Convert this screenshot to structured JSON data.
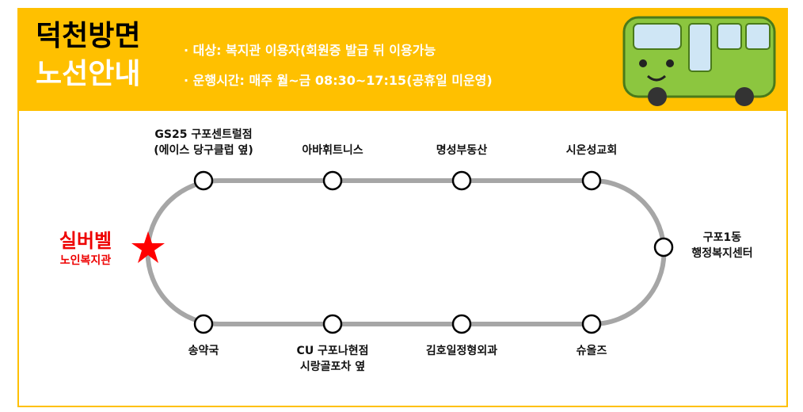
{
  "header": {
    "title_line1": "덕천방면",
    "title_line2": "노선안내",
    "target": "· 대상: 복지관 이용자(회원증  발급 뒤 이용가능",
    "hours": "· 운행시간: 매주 월~금 08:30~17:15(공휴일  미운영)"
  },
  "origin": {
    "name": "실버벨",
    "sub": "노인복지관"
  },
  "stops_top": [
    {
      "l1": "GS25 구포센트럴점",
      "l2": "(에이스 당구클럽 옆)"
    },
    {
      "l1": "아바휘트니스",
      "l2": ""
    },
    {
      "l1": "명성부동산",
      "l2": ""
    },
    {
      "l1": "시온성교회",
      "l2": ""
    }
  ],
  "stop_right": {
    "l1": "구포1동",
    "l2": "행정복지센터"
  },
  "stops_bottom": [
    {
      "l1": "송약국",
      "l2": ""
    },
    {
      "l1": "CU 구포나현점",
      "l2": "시랑골포차 옆"
    },
    {
      "l1": "김호일정형외과",
      "l2": ""
    },
    {
      "l1": "슈올즈",
      "l2": ""
    }
  ],
  "colors": {
    "accent": "#ffc000",
    "route": "#a6a6a6",
    "origin": "#ff0000"
  }
}
